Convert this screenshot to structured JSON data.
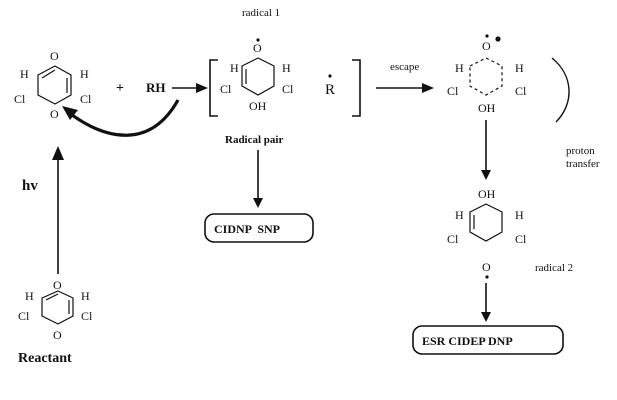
{
  "labels": {
    "reactant": "Reactant",
    "hv": "hv",
    "rh": "RH",
    "plus": "+",
    "radical_1": "radical 1",
    "radical_2": "radical 2",
    "radical_pair": "Radical pair",
    "escape": "escape",
    "proton_transfer_line1": "proton",
    "proton_transfer_line2": "transfer",
    "r_group": "R"
  },
  "boxes": {
    "cidnp_snp": "CIDNP  SNP",
    "esr_cidep_dnp": "ESR CIDEP DNP"
  },
  "atoms": {
    "O": "O",
    "H": "H",
    "Cl": "Cl",
    "OH": "OH"
  }
}
